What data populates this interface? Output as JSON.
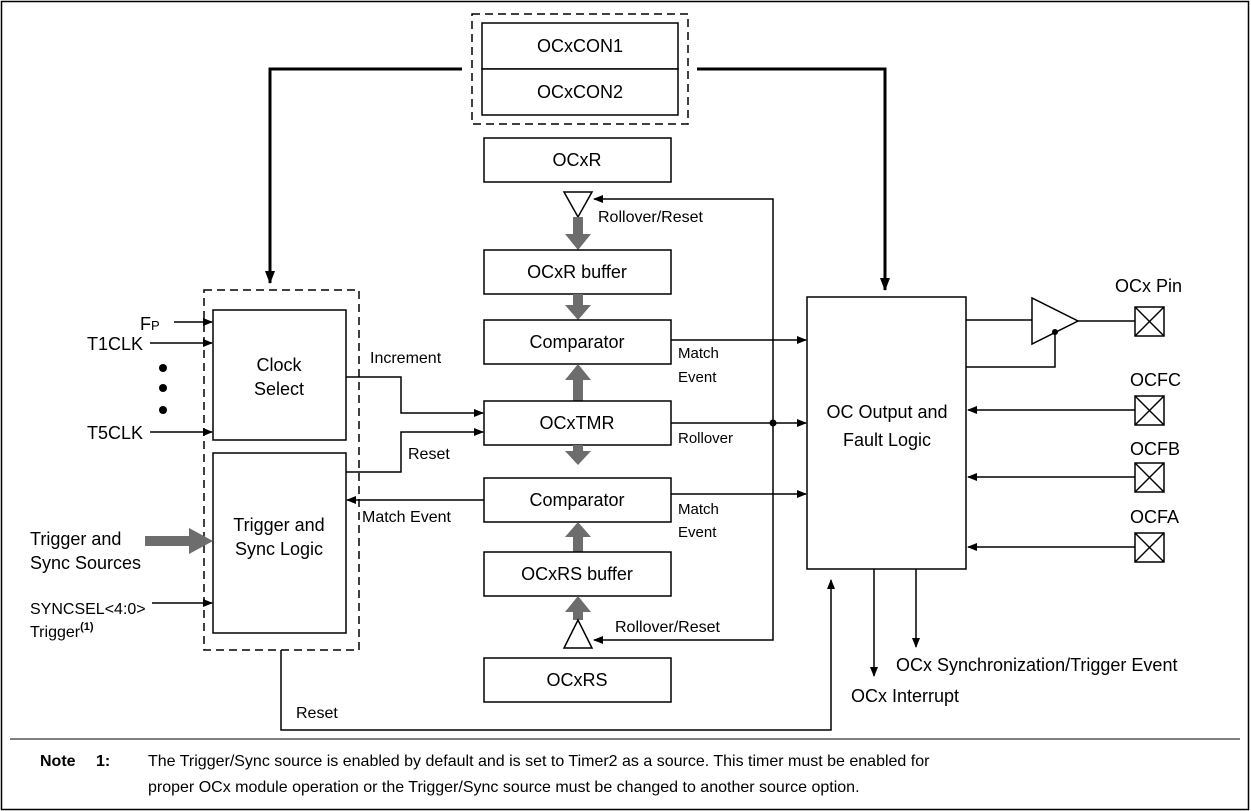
{
  "blocks": {
    "ocxcon1": "OCxCON1",
    "ocxcon2": "OCxCON2",
    "ocxr": "OCxR",
    "ocxr_buffer": "OCxR buffer",
    "comparator_top": "Comparator",
    "ocxtmr": "OCxTMR",
    "comparator_bottom": "Comparator",
    "ocxrs_buffer": "OCxRS buffer",
    "ocxrs": "OCxRS",
    "clock_select_1": "Clock",
    "clock_select_2": "Select",
    "trigger_sync_1": "Trigger and",
    "trigger_sync_2": "Sync Logic",
    "oc_output_1": "OC Output and",
    "oc_output_2": "Fault Logic"
  },
  "inputs": {
    "fp_main": "F",
    "fp_sub": "P",
    "t1clk": "T1CLK",
    "t5clk": "T5CLK",
    "trigger_sources_1": "Trigger and",
    "trigger_sources_2": "Sync Sources",
    "syncsel": "SYNCSEL<4:0>",
    "trigger": "Trigger",
    "trigger_note_ref": "(1)"
  },
  "labels": {
    "increment": "Increment",
    "reset_mid": "Reset",
    "match_event_left": "Match Event",
    "rollover_reset_top": "Rollover/Reset",
    "rollover_reset_bottom": "Rollover/Reset",
    "match_top": "Match",
    "event_top": "Event",
    "rollover": "Rollover",
    "match_bottom": "Match",
    "event_bottom": "Event",
    "reset_bottom": "Reset"
  },
  "pins": {
    "ocx_pin": "OCx Pin",
    "ocfc": "OCFC",
    "ocfb": "OCFB",
    "ocfa": "OCFA"
  },
  "outputs": {
    "sync_trigger_event": "OCx Synchronization/Trigger Event",
    "interrupt": "OCx Interrupt"
  },
  "note": {
    "label": "Note",
    "number": "1:",
    "line1": "The Trigger/Sync source is enabled by default and is set to Timer2 as a source. This timer must be enabled for",
    "line2": "proper OCx module operation or the Trigger/Sync source must be changed to another source option."
  }
}
